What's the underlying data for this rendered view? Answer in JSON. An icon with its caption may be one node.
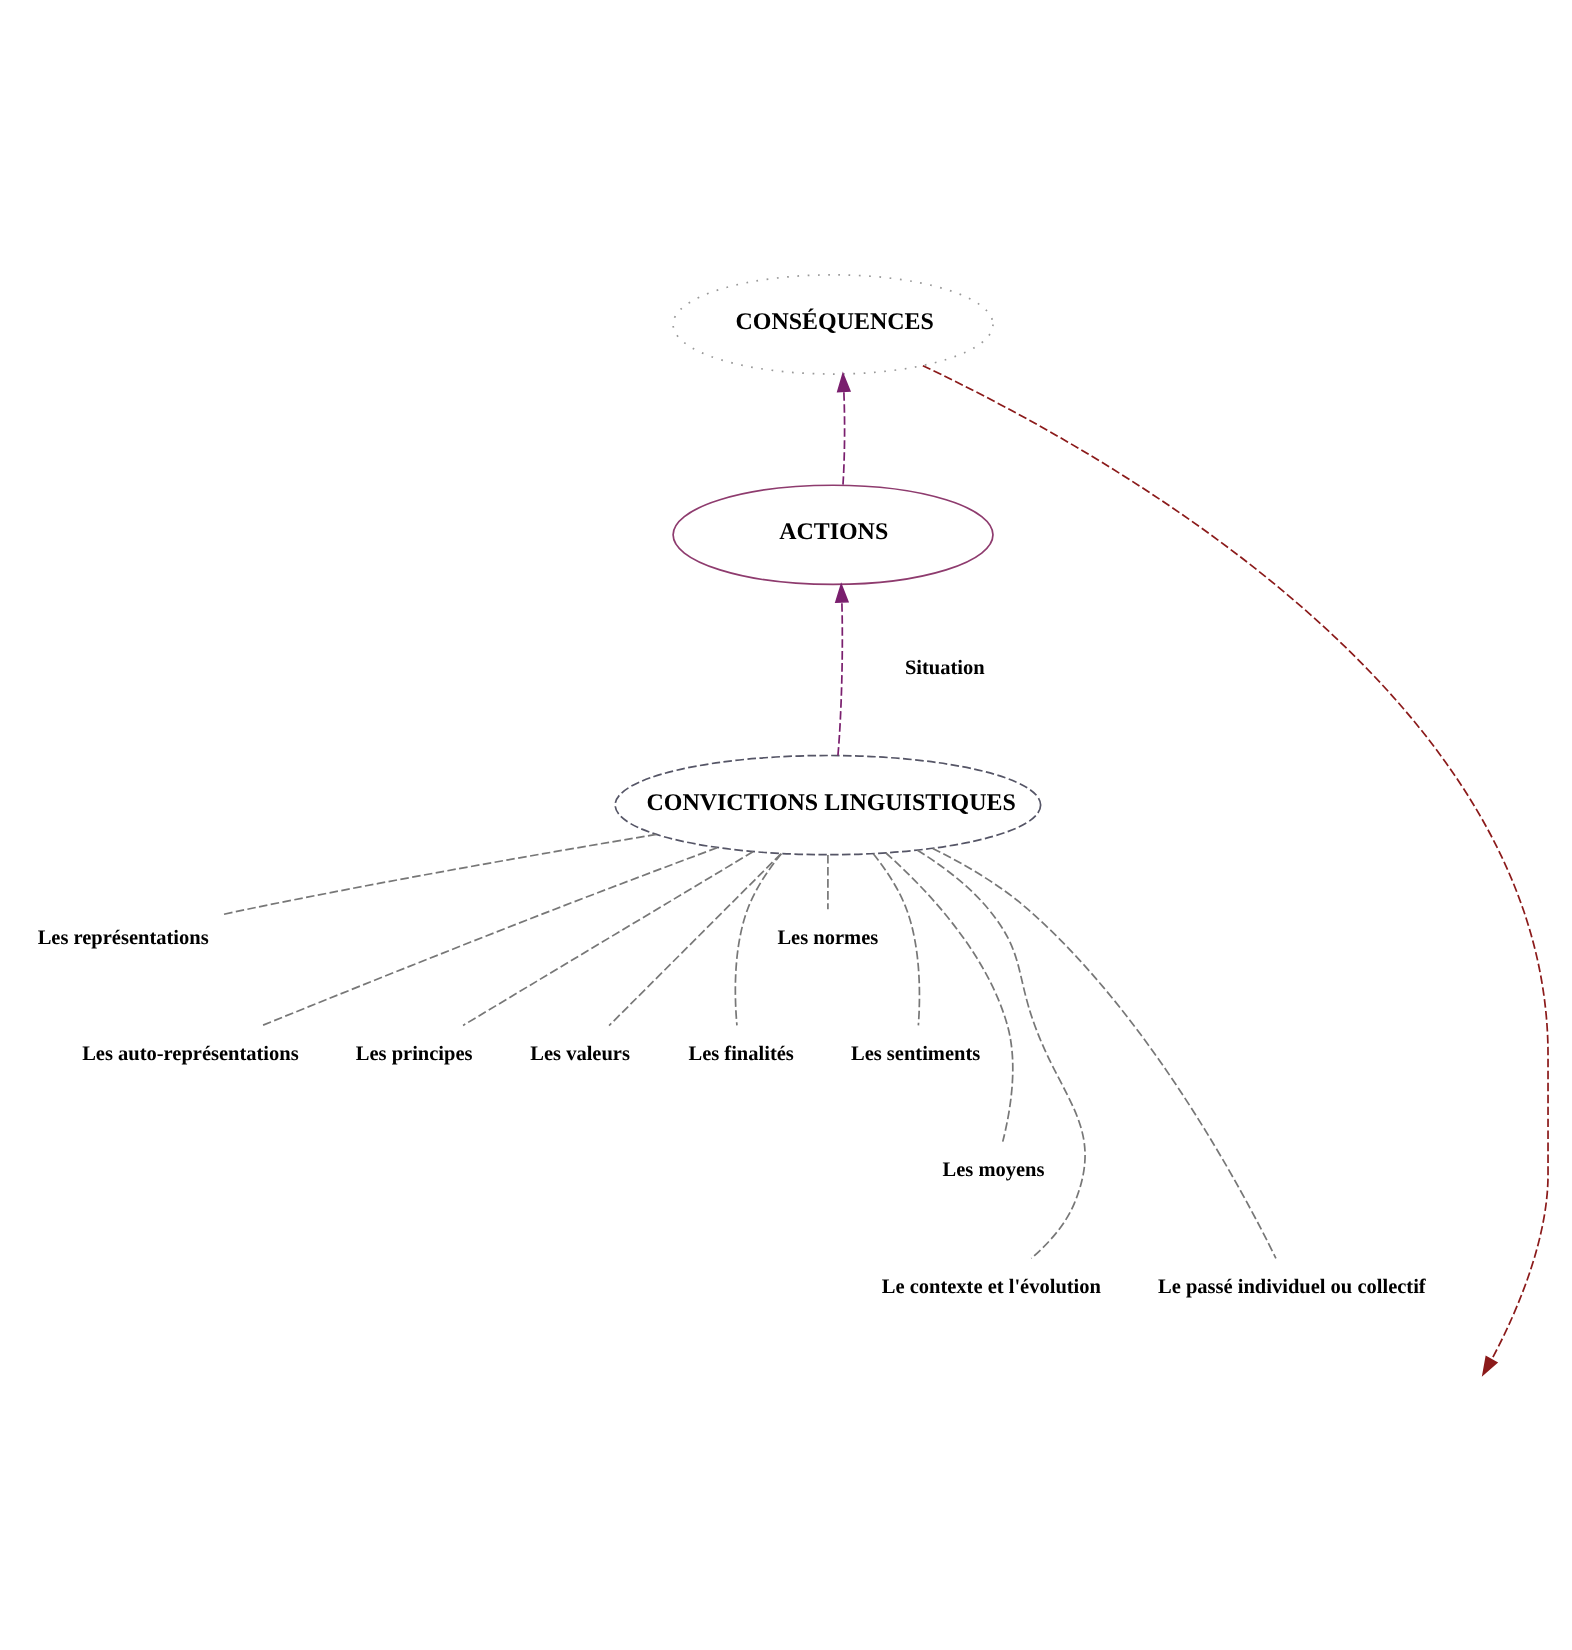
{
  "diagram": {
    "nodes": [
      {
        "text": [
          "CONSÉQUENCES"
        ]
      },
      {
        "text": [
          "ACTIONS"
        ]
      },
      {
        "text": [
          "CONVICTIONS LINGUISTIQUES"
        ]
      },
      {
        "text": [
          "Les représentations"
        ]
      },
      {
        "text": [
          "Les auto-représentations"
        ]
      },
      {
        "text": [
          "Les principes"
        ]
      },
      {
        "text": [
          "Les valeurs"
        ]
      },
      {
        "text": [
          "Les finalités"
        ]
      },
      {
        "text": [
          "Les normes"
        ]
      },
      {
        "text": [
          "Les sentiments"
        ]
      },
      {
        "text": [
          "Les moyens"
        ]
      },
      {
        "text": [
          "Le contexte et l'évolution"
        ]
      },
      {
        "text": [
          "Le passé individuel ou collectif"
        ]
      }
    ],
    "edges": [
      {
        "from": 2,
        "to": 1,
        "arrow": "to",
        "style": "dashed",
        "color": "#7a1f6e"
      },
      {
        "from": 1,
        "to": 0,
        "arrow": "to",
        "style": "dashed",
        "color": "#7a1f6e"
      },
      {
        "from": 2,
        "to": 3,
        "arrow": "none",
        "style": "dashed"
      },
      {
        "from": 2,
        "to": 4,
        "arrow": "none",
        "style": "dashed"
      },
      {
        "from": 2,
        "to": 5,
        "arrow": "none",
        "style": "dashed"
      },
      {
        "from": 2,
        "to": 6,
        "arrow": "none",
        "style": "dashed"
      },
      {
        "from": 2,
        "to": 7,
        "arrow": "none",
        "style": "dashed"
      },
      {
        "from": 2,
        "to": 8,
        "arrow": "none",
        "style": "dashed"
      },
      {
        "from": 2,
        "to": 9,
        "arrow": "none",
        "style": "dashed"
      },
      {
        "from": 2,
        "to": 10,
        "arrow": "none",
        "style": "dashed"
      },
      {
        "from": 2,
        "to": 11,
        "arrow": "none",
        "style": "dashed"
      },
      {
        "from": 2,
        "to": 12,
        "arrow": "none",
        "style": "dashed"
      },
      {
        "from": 0,
        "to": null,
        "arrow": "to",
        "style": "dashed",
        "color": "#8b1a1a"
      }
    ],
    "labels": [
      "Situation"
    ]
  }
}
